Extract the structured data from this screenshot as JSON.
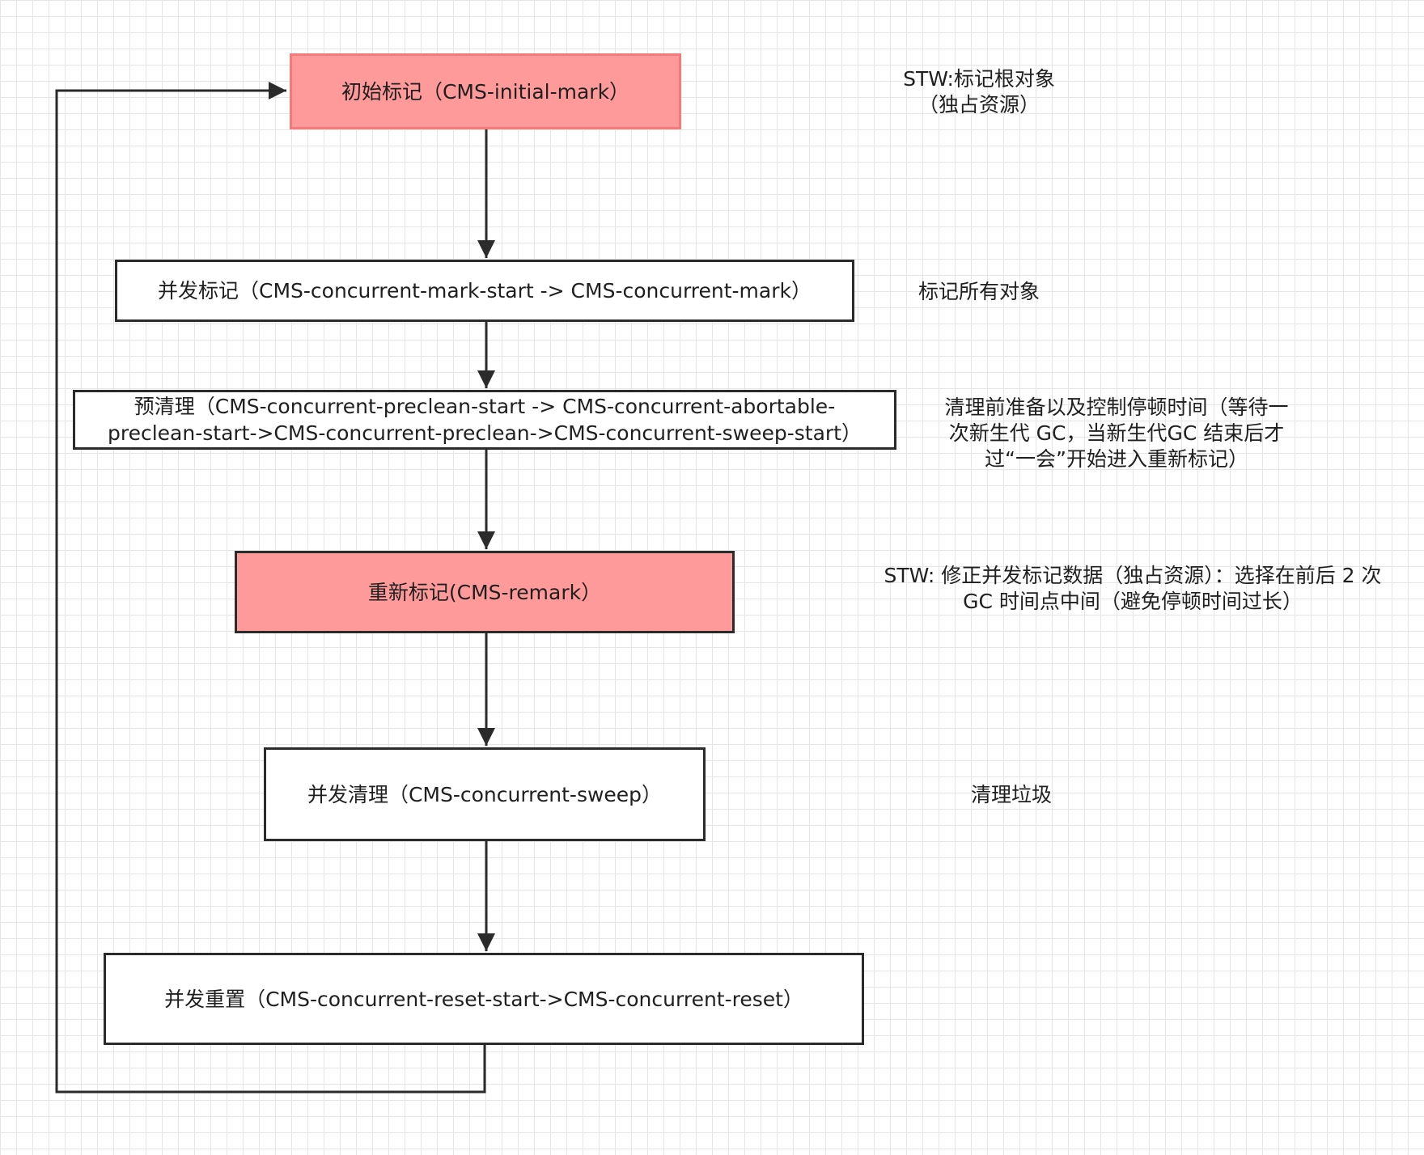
{
  "diagram": {
    "nodes": [
      {
        "id": "initial-mark",
        "label": "初始标记（CMS-initial-mark）",
        "type": "stw"
      },
      {
        "id": "concurrent-mark",
        "label": "并发标记（CMS-concurrent-mark-start -> CMS-concurrent-mark）",
        "type": "concurrent"
      },
      {
        "id": "preclean",
        "label": "预清理（CMS-concurrent-preclean-start -> CMS-concurrent-abortable-preclean-start->CMS-concurrent-preclean->CMS-concurrent-sweep-start）",
        "type": "concurrent"
      },
      {
        "id": "remark",
        "label": "重新标记(CMS-remark）",
        "type": "stw"
      },
      {
        "id": "concurrent-sweep",
        "label": "并发清理（CMS-concurrent-sweep）",
        "type": "concurrent"
      },
      {
        "id": "concurrent-reset",
        "label": "并发重置（CMS-concurrent-reset-start->CMS-concurrent-reset）",
        "type": "concurrent"
      }
    ],
    "notes": [
      {
        "node": "initial-mark",
        "text": "STW:标记根对象\n（独占资源）"
      },
      {
        "node": "concurrent-mark",
        "text": "标记所有对象"
      },
      {
        "node": "preclean",
        "text": "清理前准备以及控制停顿时间（等待一\n次新生代 GC，当新生代GC 结束后才\n过“一会”开始进入重新标记）"
      },
      {
        "node": "remark",
        "text": "STW: 修正并发标记数据（独占资源）：选择在前后 2 次\nGC 时间点中间（避免停顿时间过长）"
      },
      {
        "node": "concurrent-sweep",
        "text": "清理垃圾"
      }
    ],
    "edges": [
      {
        "from": "initial-mark",
        "to": "concurrent-mark"
      },
      {
        "from": "concurrent-mark",
        "to": "preclean"
      },
      {
        "from": "preclean",
        "to": "remark"
      },
      {
        "from": "remark",
        "to": "concurrent-sweep"
      },
      {
        "from": "concurrent-sweep",
        "to": "concurrent-reset"
      },
      {
        "from": "concurrent-reset",
        "to": "initial-mark"
      }
    ],
    "colors": {
      "stw_fill": "#fe9a9a",
      "stw_border_start": "#f57a7a",
      "line": "#2b2b2b"
    }
  }
}
